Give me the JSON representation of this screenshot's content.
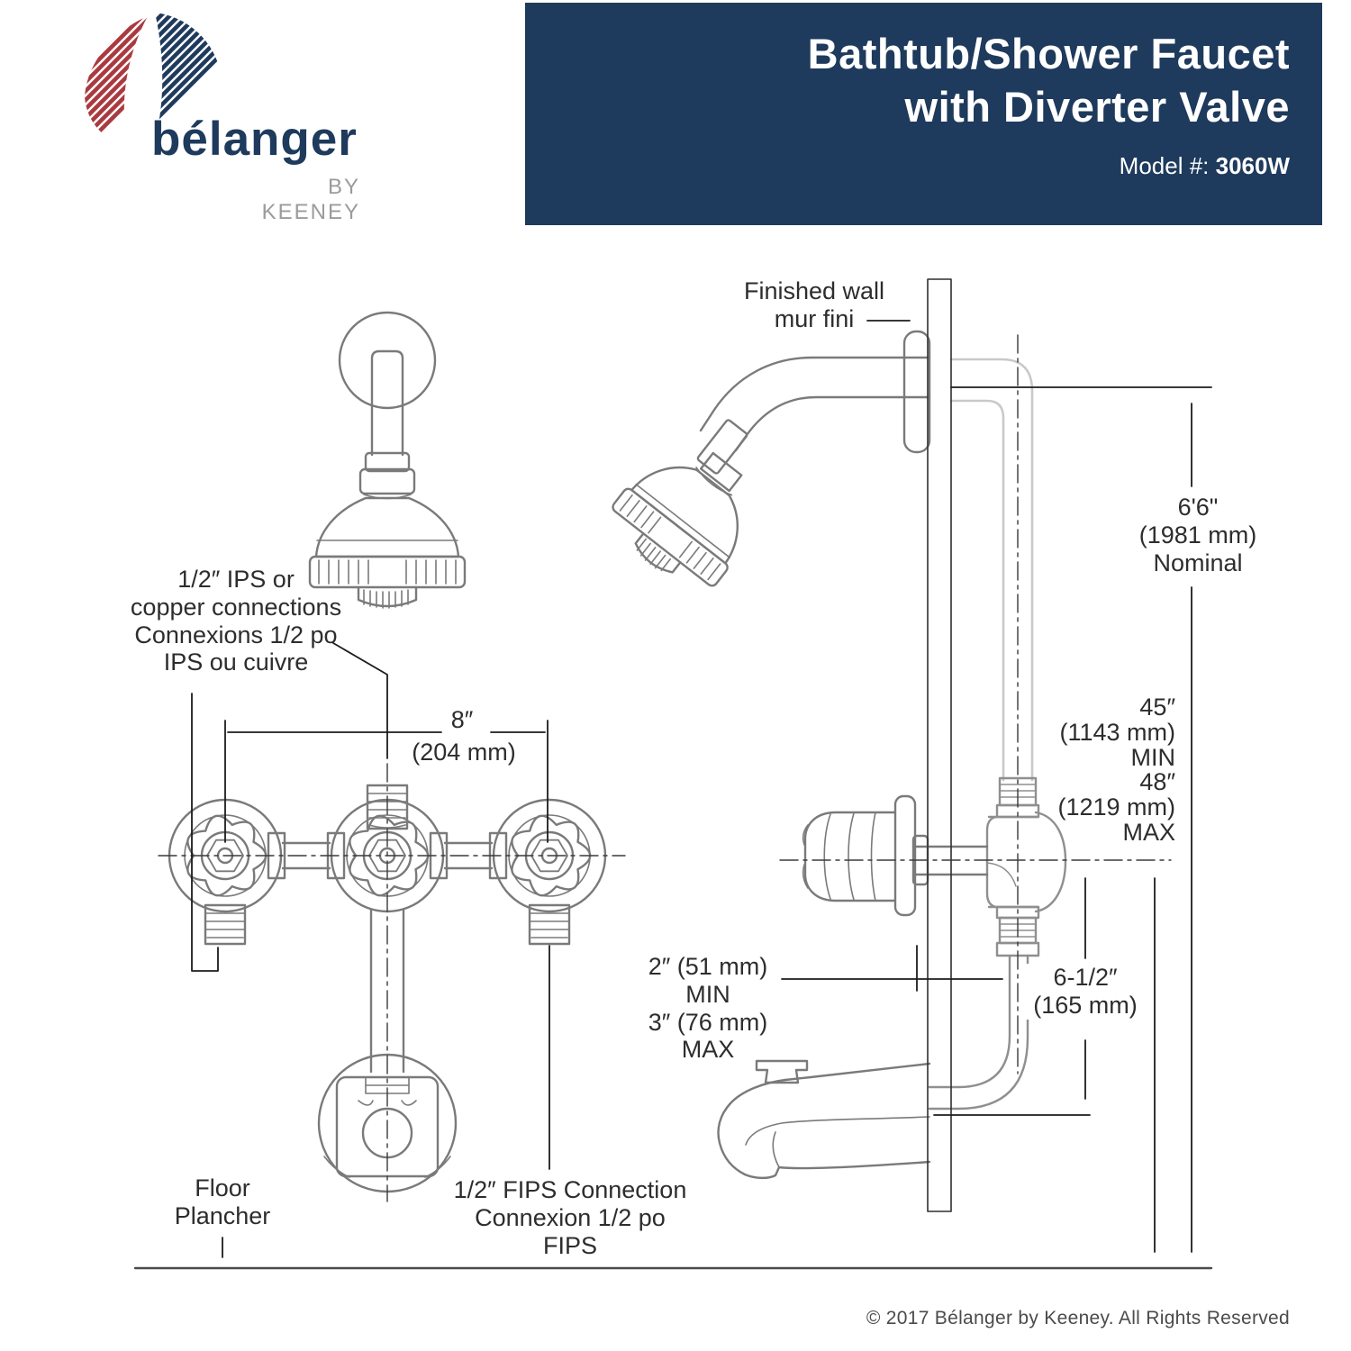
{
  "logo": {
    "brand": "bélanger",
    "byline": "BY KEENEY"
  },
  "header": {
    "title_line1": "Bathtub/Shower Faucet",
    "title_line2": "with Diverter Valve",
    "model_label": "Model #: ",
    "model_number": "3060W"
  },
  "diagram": {
    "labels": {
      "ips_connections": "1/2″ IPS or\ncopper connections\nConnexions 1/2 po\nIPS ou cuivre",
      "dim_8_in": "8″",
      "dim_8_mm": "(204 mm)",
      "finished_wall": "Finished wall\nmur fini",
      "nominal_height": "6'6\"\n(1981 mm)\nNominal",
      "valve_height": "45″\n(1143 mm)\nMIN\n48″\n(1219 mm)\nMAX",
      "wall_thickness": "2″ (51 mm)\nMIN\n3″ (76 mm)\nMAX",
      "spout_drop": "6-1/2″\n(165 mm)",
      "floor": "Floor\nPlancher",
      "fips_connection": "1/2″ FIPS Connection\nConnexion 1/2 po FIPS"
    }
  },
  "footer": {
    "copyright": "© 2017 Bélanger by Keeney. All Rights Reserved"
  },
  "colors": {
    "header_bg": "#1e3a5c",
    "logo_navy": "#1e3a5c",
    "logo_red": "#a93a40",
    "line_gray": "#7a7a7a",
    "line_light": "#c9c9c9",
    "line_medium": "#8f8f8f",
    "dim_black": "#1c1c1c",
    "floor_line": "#4a4a4a"
  }
}
